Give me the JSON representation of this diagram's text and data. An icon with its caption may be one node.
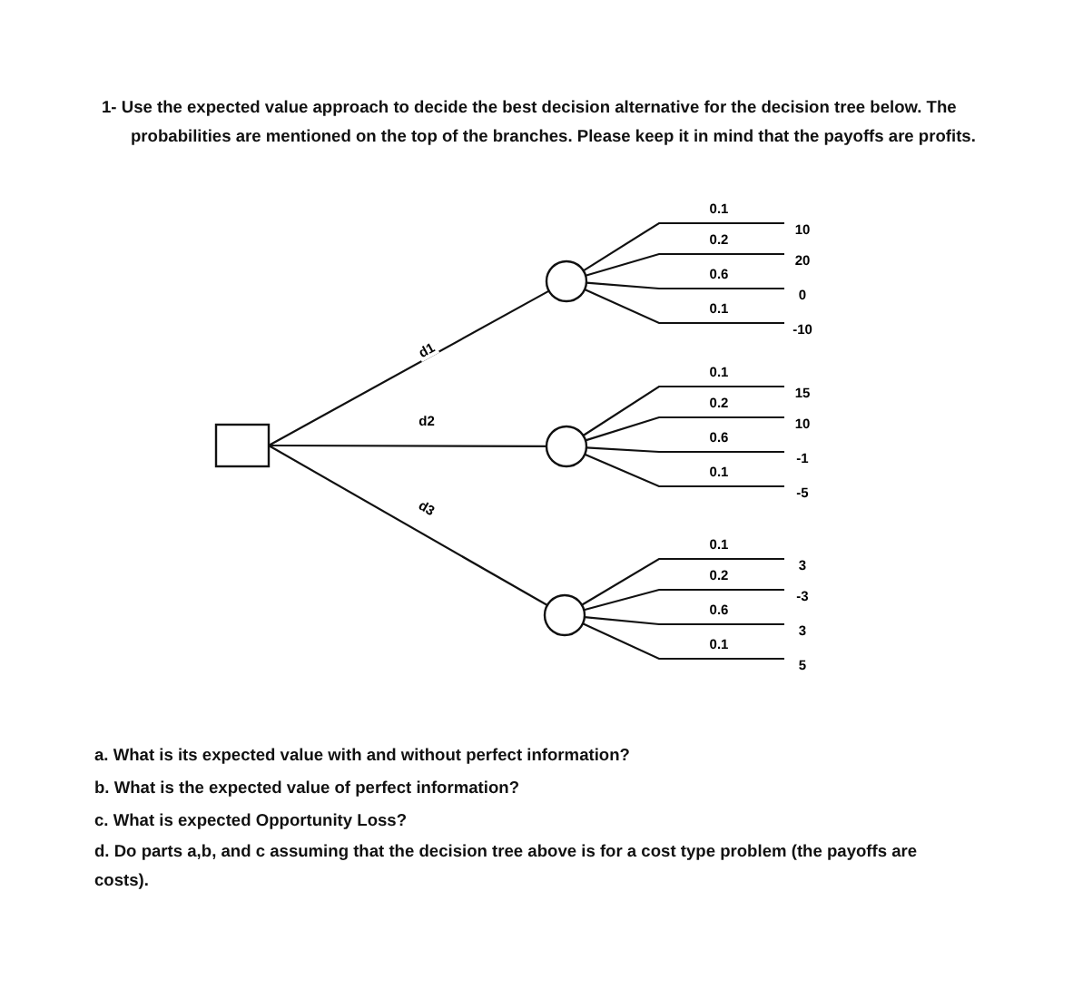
{
  "diagram": {
    "nodes": [
      {
        "text": [],
        "shape": "box"
      },
      {
        "text": [],
        "shape": "circle"
      },
      {
        "text": [],
        "shape": "circle"
      },
      {
        "text": [],
        "shape": "circle"
      },
      {
        "text": [
          "10"
        ]
      },
      {
        "text": [
          "20"
        ]
      },
      {
        "text": [
          "0"
        ]
      },
      {
        "text": [
          "-10"
        ]
      },
      {
        "text": [
          "15"
        ]
      },
      {
        "text": [
          "10"
        ]
      },
      {
        "text": [
          "-1"
        ]
      },
      {
        "text": [
          "-5"
        ]
      },
      {
        "text": [
          "3"
        ]
      },
      {
        "text": [
          "-3"
        ]
      },
      {
        "text": [
          "3"
        ]
      },
      {
        "text": [
          "5"
        ]
      }
    ],
    "edges": [
      {
        "from": 0,
        "to": 1,
        "arrow": "none",
        "label": "d1"
      },
      {
        "from": 0,
        "to": 2,
        "arrow": "none",
        "label": "d2"
      },
      {
        "from": 0,
        "to": 3,
        "arrow": "none",
        "label": "d3"
      },
      {
        "from": 1,
        "to": 4,
        "arrow": "none",
        "label": "0.1"
      },
      {
        "from": 1,
        "to": 5,
        "arrow": "none",
        "label": "0.2"
      },
      {
        "from": 1,
        "to": 6,
        "arrow": "none",
        "label": "0.6"
      },
      {
        "from": 1,
        "to": 7,
        "arrow": "none",
        "label": "0.1"
      },
      {
        "from": 2,
        "to": 8,
        "arrow": "none",
        "label": "0.1"
      },
      {
        "from": 2,
        "to": 9,
        "arrow": "none",
        "label": "0.2"
      },
      {
        "from": 2,
        "to": 10,
        "arrow": "none",
        "label": "0.6"
      },
      {
        "from": 2,
        "to": 11,
        "arrow": "none",
        "label": "0.1"
      },
      {
        "from": 3,
        "to": 12,
        "arrow": "none",
        "label": "0.1"
      },
      {
        "from": 3,
        "to": 13,
        "arrow": "none",
        "label": "0.2"
      },
      {
        "from": 3,
        "to": 14,
        "arrow": "none",
        "label": "0.6"
      },
      {
        "from": 3,
        "to": 15,
        "arrow": "none",
        "label": "0.1"
      }
    ],
    "labels": [
      "1- Use the expected value approach to decide the best decision alternative for the decision tree below. The probabilities are mentioned on the top of the branches. Please keep it in mind that the payoffs are profits.",
      "a. What is its expected value with and without perfect information?",
      "b. What is the expected value of perfect information?",
      "c. What is expected Opportunity Loss?",
      "d. Do parts a,b, and c assuming that the decision tree above is for a cost type problem (the payoffs are costs)."
    ]
  }
}
